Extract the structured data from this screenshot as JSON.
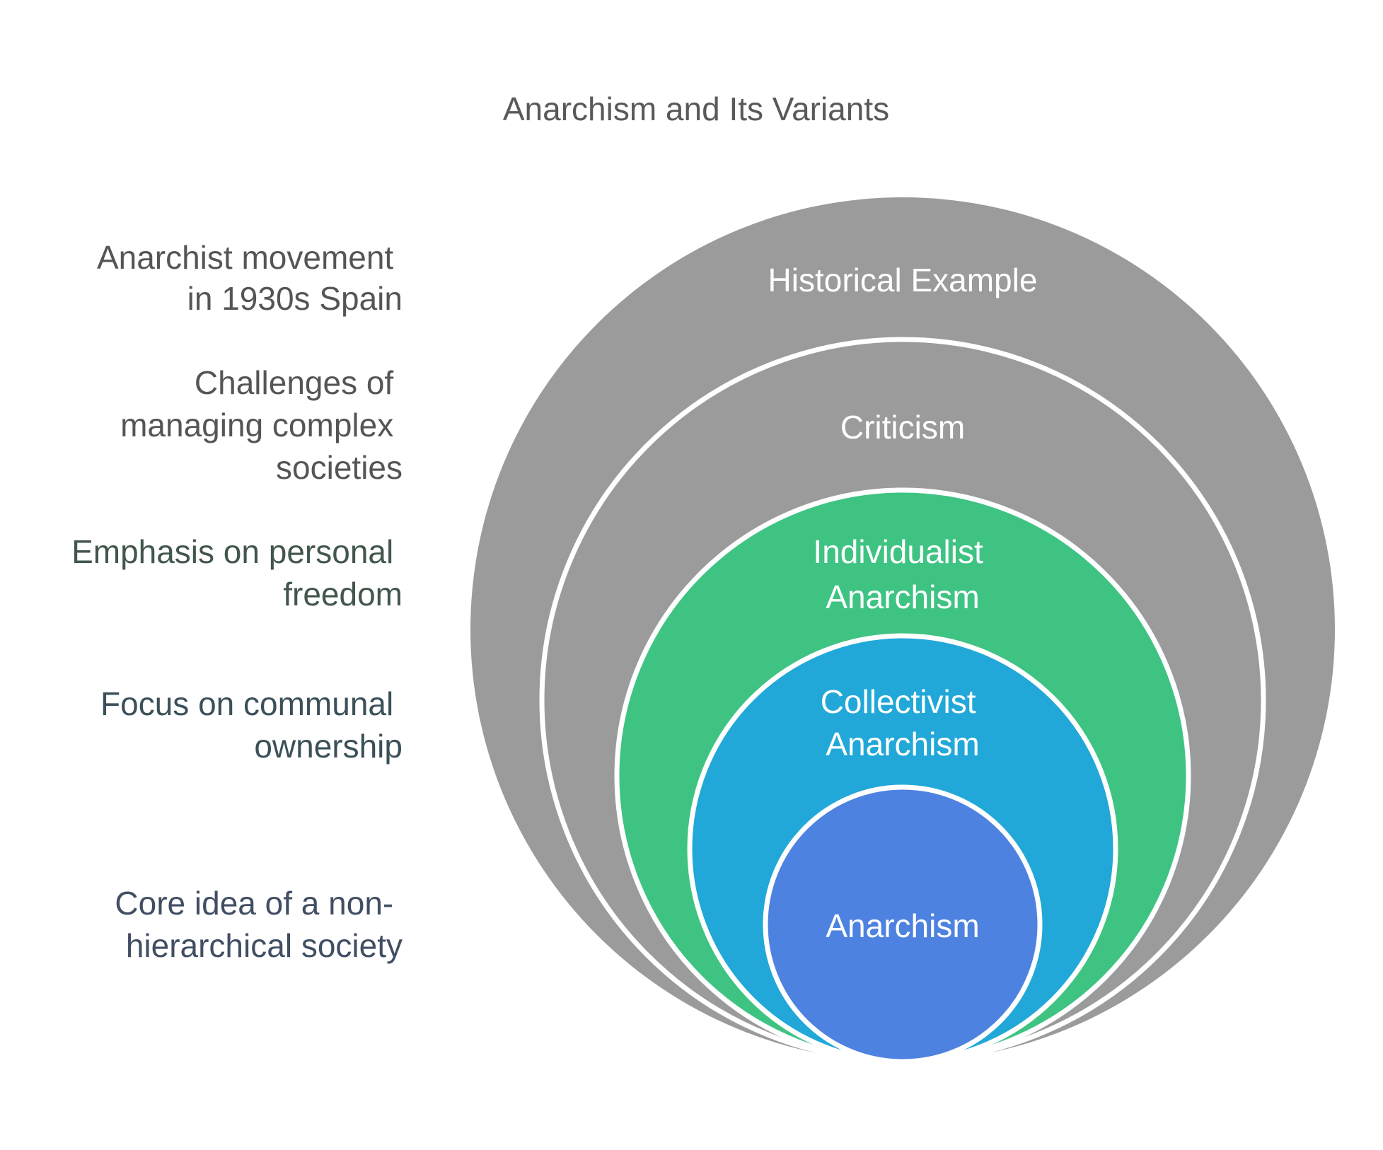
{
  "title": "Anarchism and Its Variants",
  "title_color": "#58595b",
  "diagram": {
    "type": "nested-circles-onion",
    "rings": [
      {
        "label_lines": [
          "Historical Example"
        ],
        "color": "#9b9b9b",
        "label_color": "#ffffff",
        "side_note_lines": [
          "Anarchist movement",
          "in 1930s Spain"
        ],
        "side_note_color": "#545556"
      },
      {
        "label_lines": [
          "Criticism"
        ],
        "color": "#9b9b9b",
        "label_color": "#ffffff",
        "side_note_lines": [
          "Challenges of",
          "managing complex",
          "societies"
        ],
        "side_note_color": "#545556"
      },
      {
        "label_lines": [
          "Individualist",
          "Anarchism"
        ],
        "color": "#3fc383",
        "label_color": "#ffffff",
        "side_note_lines": [
          "Emphasis on personal",
          "freedom"
        ],
        "side_note_color": "#42564b"
      },
      {
        "label_lines": [
          "Collectivist",
          "Anarchism"
        ],
        "color": "#21a8d8",
        "label_color": "#ffffff",
        "side_note_lines": [
          "Focus on communal",
          "ownership"
        ],
        "side_note_color": "#3b5059"
      },
      {
        "label_lines": [
          "Anarchism"
        ],
        "color": "#4d82e0",
        "label_color": "#ffffff",
        "side_note_lines": [
          "Core idea of a non-",
          "hierarchical society"
        ],
        "side_note_color": "#414e63"
      }
    ]
  }
}
